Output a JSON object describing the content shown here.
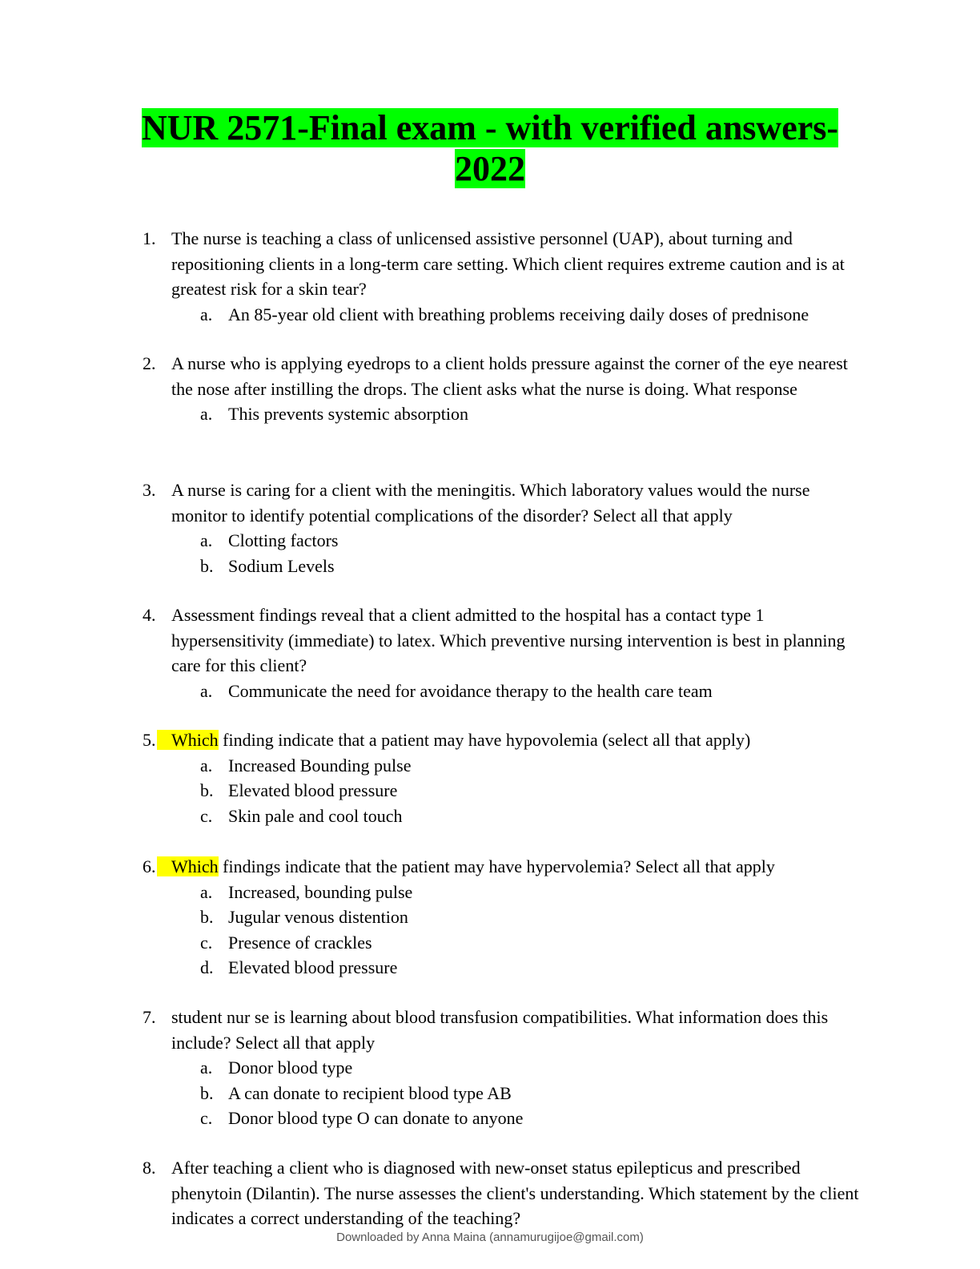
{
  "title_line1": "NUR 2571-Final exam - with verified answers-",
  "title_line2": "2022",
  "questions": [
    {
      "num": "1.",
      "text": "The nurse is teaching a class of unlicensed assistive personnel (UAP), about turning and repositioning clients in a long-term care setting. Which client requires extreme caution and is at greatest risk for a skin tear?",
      "options": [
        {
          "letter": "a.",
          "text": "An 85-year old client with breathing problems receiving daily doses of prednisone"
        }
      ]
    },
    {
      "num": "2.",
      "text": "A nurse who is applying eyedrops to a client holds pressure against the corner of the eye nearest the nose after instilling the drops. The client asks what the nurse is doing. What response",
      "options": [
        {
          "letter": "a.",
          "text": "This prevents systemic absorption"
        }
      ]
    },
    {
      "num": "3.",
      "text": "A nurse is caring for a client with the meningitis. Which laboratory values would the nurse monitor to identify potential complications of the disorder? Select all that apply",
      "options": [
        {
          "letter": "a.",
          "text": "Clotting factors"
        },
        {
          "letter": "b.",
          "text": "Sodium Levels"
        }
      ]
    },
    {
      "num": "4.",
      "text": "Assessment findings reveal that a client admitted to the hospital has a contact type 1 hypersensitivity (immediate) to latex. Which preventive nursing intervention is best in planning care for this client?",
      "options": [
        {
          "letter": "a.",
          "text": "Communicate the need for avoidance therapy to the health care team"
        }
      ]
    },
    {
      "num": "5.",
      "highlight": "Which",
      "text": " finding indicate that a patient may have hypovolemia (select all that apply)",
      "options": [
        {
          "letter": "a.",
          "text": "Increased Bounding pulse"
        },
        {
          "letter": "b.",
          "text": "Elevated blood pressure"
        },
        {
          "letter": "c.",
          "text": "Skin pale and cool touch"
        }
      ]
    },
    {
      "num": "6.",
      "highlight": "Which",
      "text": " findings indicate that the patient may have hypervolemia? Select all that apply",
      "options": [
        {
          "letter": "a.",
          "text": "Increased, bounding pulse"
        },
        {
          "letter": "b.",
          "text": "Jugular venous distention"
        },
        {
          "letter": "c.",
          "text": "Presence of crackles"
        },
        {
          "letter": "d.",
          "text": "Elevated blood pressure"
        }
      ]
    },
    {
      "num": "7.",
      "text": "student nur se is learning about blood transfusion compatibilities. What information does this include? Select all that apply",
      "options": [
        {
          "letter": "a.",
          "text": "Donor blood type"
        },
        {
          "letter": "b.",
          "text": "A can donate to recipient blood type AB"
        },
        {
          "letter": "c.",
          "text": "Donor blood type O can donate to anyone"
        }
      ]
    },
    {
      "num": "8.",
      "text": "After teaching a client who is diagnosed with new-onset status epilepticus and prescribed phenytoin (Dilantin). The nurse assesses the client's understanding. Which statement by the client indicates a correct understanding of the teaching?",
      "options": []
    }
  ],
  "footer": "Downloaded by Anna Maina (annamurugijoe@gmail.com)"
}
